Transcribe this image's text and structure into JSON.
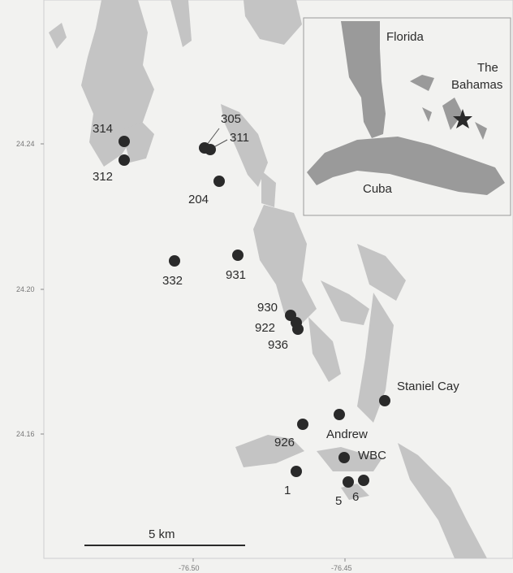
{
  "sites": [
    {
      "label": "314"
    },
    {
      "label": "312"
    },
    {
      "label": "305"
    },
    {
      "label": "311"
    },
    {
      "label": "204"
    },
    {
      "label": "332"
    },
    {
      "label": "931"
    },
    {
      "label": "930"
    },
    {
      "label": "922"
    },
    {
      "label": "936"
    },
    {
      "label": "Staniel Cay"
    },
    {
      "label": "Andrew"
    },
    {
      "label": "926"
    },
    {
      "label": "WBC"
    },
    {
      "label": "1"
    },
    {
      "label": "5"
    },
    {
      "label": "6"
    }
  ],
  "y_ticks": [
    "24.24",
    "24.20",
    "24.16"
  ],
  "x_ticks": [
    "-76.50",
    "-76.45"
  ],
  "scale_bar": {
    "label": "5 km"
  },
  "inset": {
    "florida": "Florida",
    "bahamas_line1": "The",
    "bahamas_line2": "Bahamas",
    "cuba": "Cuba"
  },
  "colors": {
    "land": "#c4c4c4",
    "water": "#f2f2f0",
    "marker": "#2a2a2a",
    "inset_land": "#9a9a9a"
  }
}
